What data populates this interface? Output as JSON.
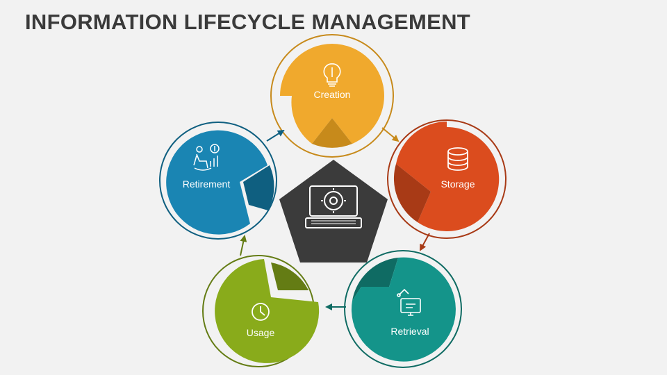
{
  "title": "INFORMATION LIFECYCLE MANAGEMENT",
  "center": {
    "icon": "laptop-settings-icon",
    "color": "#3b3b3b"
  },
  "stages": [
    {
      "label": "Creation",
      "icon": "lightbulb-pencil-icon",
      "color": "#f0a92d",
      "dark": "#c78a1b"
    },
    {
      "label": "Storage",
      "icon": "database-icon",
      "color": "#db4c1e",
      "dark": "#a83a16"
    },
    {
      "label": "Retrieval",
      "icon": "monitor-robot-arm-icon",
      "color": "#14948a",
      "dark": "#0f6b63"
    },
    {
      "label": "Usage",
      "icon": "clock-chart-icon",
      "color": "#89ab1b",
      "dark": "#647c14"
    },
    {
      "label": "Retirement",
      "icon": "rocking-chair-money-icon",
      "color": "#1a85b3",
      "dark": "#0f5f80"
    }
  ]
}
